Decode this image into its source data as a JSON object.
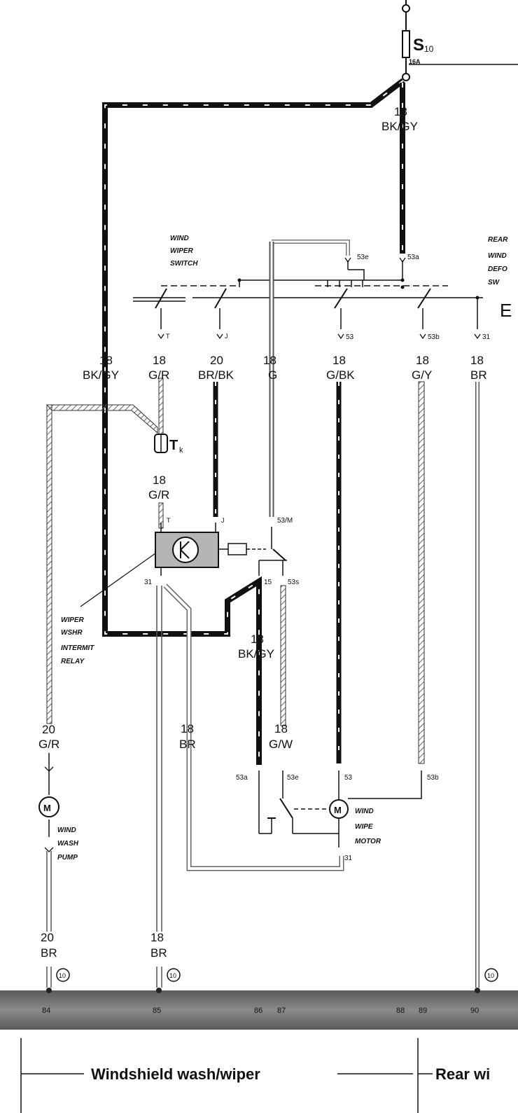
{
  "fuse": {
    "label": "S",
    "sub": "10",
    "rating": "16A"
  },
  "components": {
    "wiper_switch": [
      "WIND",
      "WIPER",
      "SWITCH"
    ],
    "relay": [
      "WIPER",
      "WSHR",
      "INTERMIT",
      "RELAY"
    ],
    "wash_pump": [
      "WIND",
      "WASH",
      "PUMP"
    ],
    "wipe_motor": [
      "WIND",
      "WIPE",
      "MOTOR"
    ],
    "rear_defog_cut": [
      "REAR",
      "WIND",
      "DEFO",
      "SW"
    ],
    "connector": {
      "label": "T",
      "sub": "k"
    },
    "cut_letter": "E"
  },
  "wires": {
    "top": {
      "gauge": "18",
      "color": "BK/GY"
    },
    "left_main": {
      "gauge": "18",
      "color": "BK/GY"
    },
    "t": {
      "gauge": "18",
      "color": "G/R"
    },
    "j": {
      "gauge": "20",
      "color": "BR/BK"
    },
    "g": {
      "gauge": "18",
      "color": "G"
    },
    "gbk": {
      "gauge": "18",
      "color": "G/BK"
    },
    "gy": {
      "gauge": "18",
      "color": "G/Y"
    },
    "br_right": {
      "gauge": "18",
      "color": "BR"
    },
    "t_lower": {
      "gauge": "18",
      "color": "G/R"
    },
    "relay_out": {
      "gauge": "18",
      "color": "BK/GY"
    },
    "br_mid": {
      "gauge": "18",
      "color": "BR"
    },
    "gw": {
      "gauge": "18",
      "color": "G/W"
    },
    "pump_in": {
      "gauge": "20",
      "color": "G/R"
    },
    "pump_ground": {
      "gauge": "20",
      "color": "BR"
    },
    "relay_ground": {
      "gauge": "18",
      "color": "BR"
    }
  },
  "terminals": {
    "switch_53e": "53e",
    "switch_53a": "53a",
    "t": "T",
    "j": "J",
    "s53": "53",
    "s53b": "53b",
    "s31": "31",
    "relay_t": "T",
    "relay_j": "J",
    "relay_53m": "53/M",
    "relay_31": "31",
    "relay_15": "15",
    "relay_53s": "53s",
    "motor_53a": "53a",
    "motor_53e": "53e",
    "motor_53": "53",
    "motor_53b": "53b",
    "motor_31": "31"
  },
  "ground_marker": "10",
  "bus_numbers": [
    "84",
    "85",
    "86",
    "87",
    "88",
    "89",
    "90"
  ],
  "sections": {
    "left": "Windshield wash/wiper",
    "right": "Rear wi"
  }
}
